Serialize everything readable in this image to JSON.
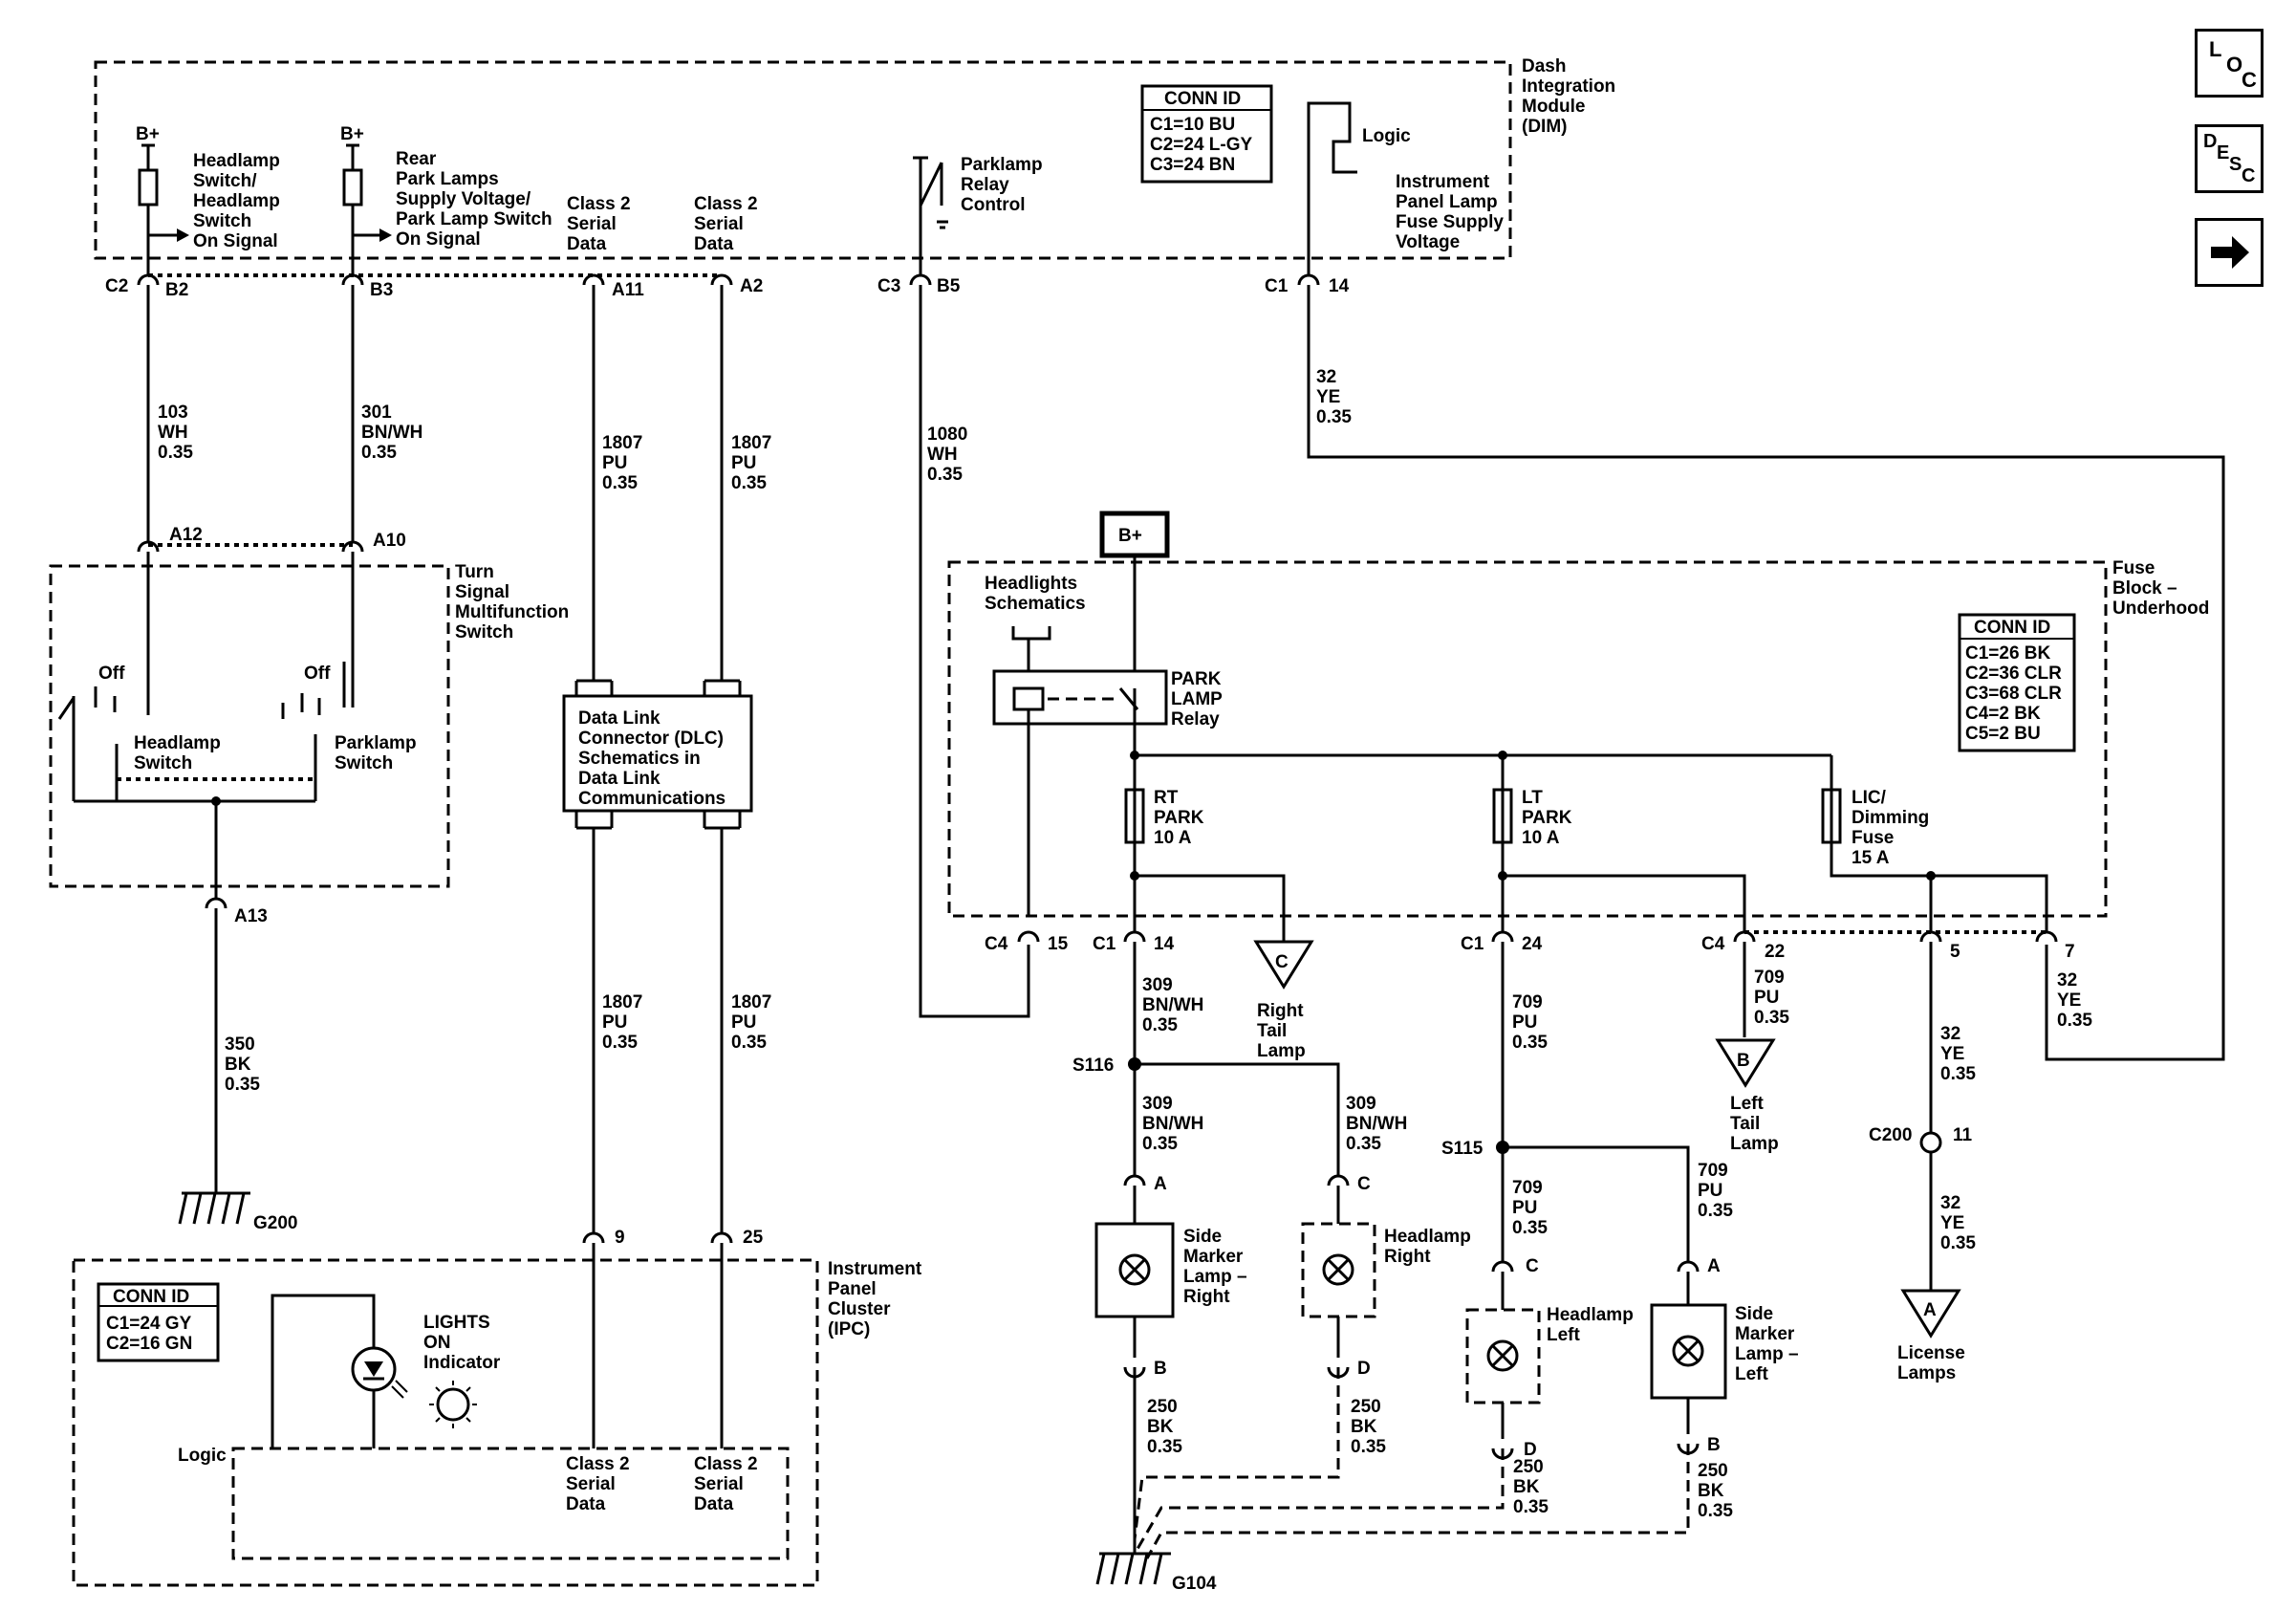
{
  "modules": {
    "dim": [
      "Dash",
      "Integration",
      "Module",
      "(DIM)"
    ],
    "fuse_block": [
      "Fuse",
      "Block –",
      "Underhood"
    ],
    "turn_switch": [
      "Turn",
      "Signal",
      "Multifunction",
      "Switch"
    ],
    "ipc": [
      "Instrument",
      "Panel",
      "Cluster",
      "(IPC)"
    ]
  },
  "conn_ids": {
    "dim": {
      "title": "CONN ID",
      "lines": [
        "C1=10 BU",
        "C2=24 L-GY",
        "C3=24 BN"
      ]
    },
    "fuse": {
      "title": "CONN ID",
      "lines": [
        "C1=26 BK",
        "C2=36 CLR",
        "C3=68 CLR",
        "C4=2 BK",
        "C5=2 BU"
      ]
    },
    "ipc": {
      "title": "CONN ID",
      "lines": [
        "C1=24 GY",
        "C2=16 GN"
      ]
    }
  },
  "dim_labels": {
    "bplus1": "B+",
    "bplus2": "B+",
    "headlamp_signal": [
      "Headlamp",
      "Switch/",
      "Headlamp",
      "Switch",
      "On Signal"
    ],
    "park_signal": [
      "Rear",
      "Park Lamps",
      "Supply Voltage/",
      "Park Lamp Switch",
      "On Signal"
    ],
    "class2_a": [
      "Class 2",
      "Serial",
      "Data"
    ],
    "class2_b": [
      "Class 2",
      "Serial",
      "Data"
    ],
    "parklamp_relay": [
      "Parklamp",
      "Relay",
      "Control"
    ],
    "logic": "Logic",
    "ipl_fuse": [
      "Instrument",
      "Panel Lamp",
      "Fuse Supply",
      "Voltage"
    ]
  },
  "connectors": {
    "c2": "C2",
    "b2": "B2",
    "b3": "B3",
    "a11": "A11",
    "a2": "A2",
    "c3": "C3",
    "b5": "B5",
    "c1_dim": "C1",
    "p14_dim": "14",
    "a12": "A12",
    "a10": "A10",
    "a13": "A13",
    "c4a": "C4",
    "p15": "15",
    "c1a": "C1",
    "p14": "14",
    "c1b": "C1",
    "p24": "24",
    "c4b": "C4",
    "p22": "22",
    "p5": "5",
    "p7": "7",
    "c200": "C200",
    "p11": "11",
    "p9": "9",
    "p25": "25",
    "pa1": "A",
    "pc1": "C",
    "pb1": "B",
    "pd1": "D",
    "pc2": "C",
    "pa2": "A",
    "pd2": "D",
    "pb2": "B"
  },
  "wires": {
    "w103": [
      "103",
      "WH",
      "0.35"
    ],
    "w301": [
      "301",
      "BN/WH",
      "0.35"
    ],
    "w1807a": [
      "1807",
      "PU",
      "0.35"
    ],
    "w1807b": [
      "1807",
      "PU",
      "0.35"
    ],
    "w1080": [
      "1080",
      "WH",
      "0.35"
    ],
    "w32a": [
      "32",
      "YE",
      "0.35"
    ],
    "w350": [
      "350",
      "BK",
      "0.35"
    ],
    "w1807c": [
      "1807",
      "PU",
      "0.35"
    ],
    "w1807d": [
      "1807",
      "PU",
      "0.35"
    ],
    "w309a": [
      "309",
      "BN/WH",
      "0.35"
    ],
    "w309b": [
      "309",
      "BN/WH",
      "0.35"
    ],
    "w309c": [
      "309",
      "BN/WH",
      "0.35"
    ],
    "w709a": [
      "709",
      "PU",
      "0.35"
    ],
    "w709b": [
      "709",
      "PU",
      "0.35"
    ],
    "w709c": [
      "709",
      "PU",
      "0.35"
    ],
    "w709d": [
      "709",
      "PU",
      "0.35"
    ],
    "w32b": [
      "32",
      "YE",
      "0.35"
    ],
    "w32c": [
      "32",
      "YE",
      "0.35"
    ],
    "w32d": [
      "32",
      "YE",
      "0.35"
    ],
    "w250a": [
      "250",
      "BK",
      "0.35"
    ],
    "w250b": [
      "250",
      "BK",
      "0.35"
    ],
    "w250c": [
      "250",
      "BK",
      "0.35"
    ],
    "w250d": [
      "250",
      "BK",
      "0.35"
    ]
  },
  "switch": {
    "off1": "Off",
    "off2": "Off",
    "headlamp": [
      "Headlamp",
      "Switch"
    ],
    "parklamp": [
      "Parklamp",
      "Switch"
    ]
  },
  "dlc": [
    "Data Link",
    "Connector (DLC)",
    "Schematics in",
    "Data Link",
    "Communications"
  ],
  "fuse_block_labels": {
    "bplus": "B+",
    "headlights": [
      "Headlights",
      "Schematics"
    ],
    "relay": [
      "PARK",
      "LAMP",
      "Relay"
    ],
    "rt_park": [
      "RT",
      "PARK",
      "10 A"
    ],
    "lt_park": [
      "LT",
      "PARK",
      "10 A"
    ],
    "lic": [
      "LIC/",
      "Dimming",
      "Fuse",
      "15 A"
    ]
  },
  "refs": {
    "c": "C",
    "b": "B",
    "a": "A",
    "right_tail": [
      "Right",
      "Tail",
      "Lamp"
    ],
    "left_tail": [
      "Left",
      "Tail",
      "Lamp"
    ],
    "license": [
      "License",
      "Lamps"
    ]
  },
  "splices": {
    "s116": "S116",
    "s115": "S115"
  },
  "grounds": {
    "g200": "G200",
    "g104": "G104"
  },
  "lamps": {
    "side_right": [
      "Side",
      "Marker",
      "Lamp –",
      "Right"
    ],
    "head_right": [
      "Headlamp",
      "Right"
    ],
    "head_left": [
      "Headlamp",
      "Left"
    ],
    "side_left": [
      "Side",
      "Marker",
      "Lamp –",
      "Left"
    ]
  },
  "ipc_labels": {
    "lights_on": [
      "LIGHTS",
      "ON",
      "Indicator"
    ],
    "logic": "Logic",
    "class2_a": [
      "Class 2",
      "Serial",
      "Data"
    ],
    "class2_b": [
      "Class 2",
      "Serial",
      "Data"
    ]
  },
  "nav": {
    "loc": [
      "L",
      "O",
      "C"
    ],
    "desc": [
      "D",
      "E",
      "S",
      "C"
    ],
    "next": "next-arrow-icon"
  }
}
